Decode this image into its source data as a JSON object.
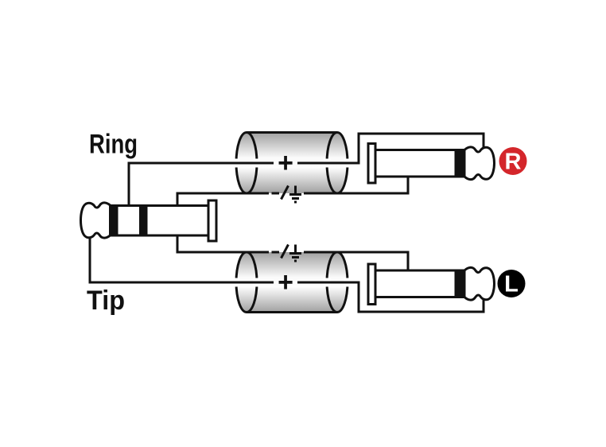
{
  "diagram": {
    "ring_label": "Ring",
    "tip_label": "Tip",
    "plus_symbol": "+",
    "shield_marking": "-/⏚",
    "right_badge": {
      "letter": "R",
      "color": "#d4262b"
    },
    "left_badge": {
      "letter": "L",
      "color": "#000000"
    },
    "line_color": "#111111",
    "background": "#ffffff"
  }
}
